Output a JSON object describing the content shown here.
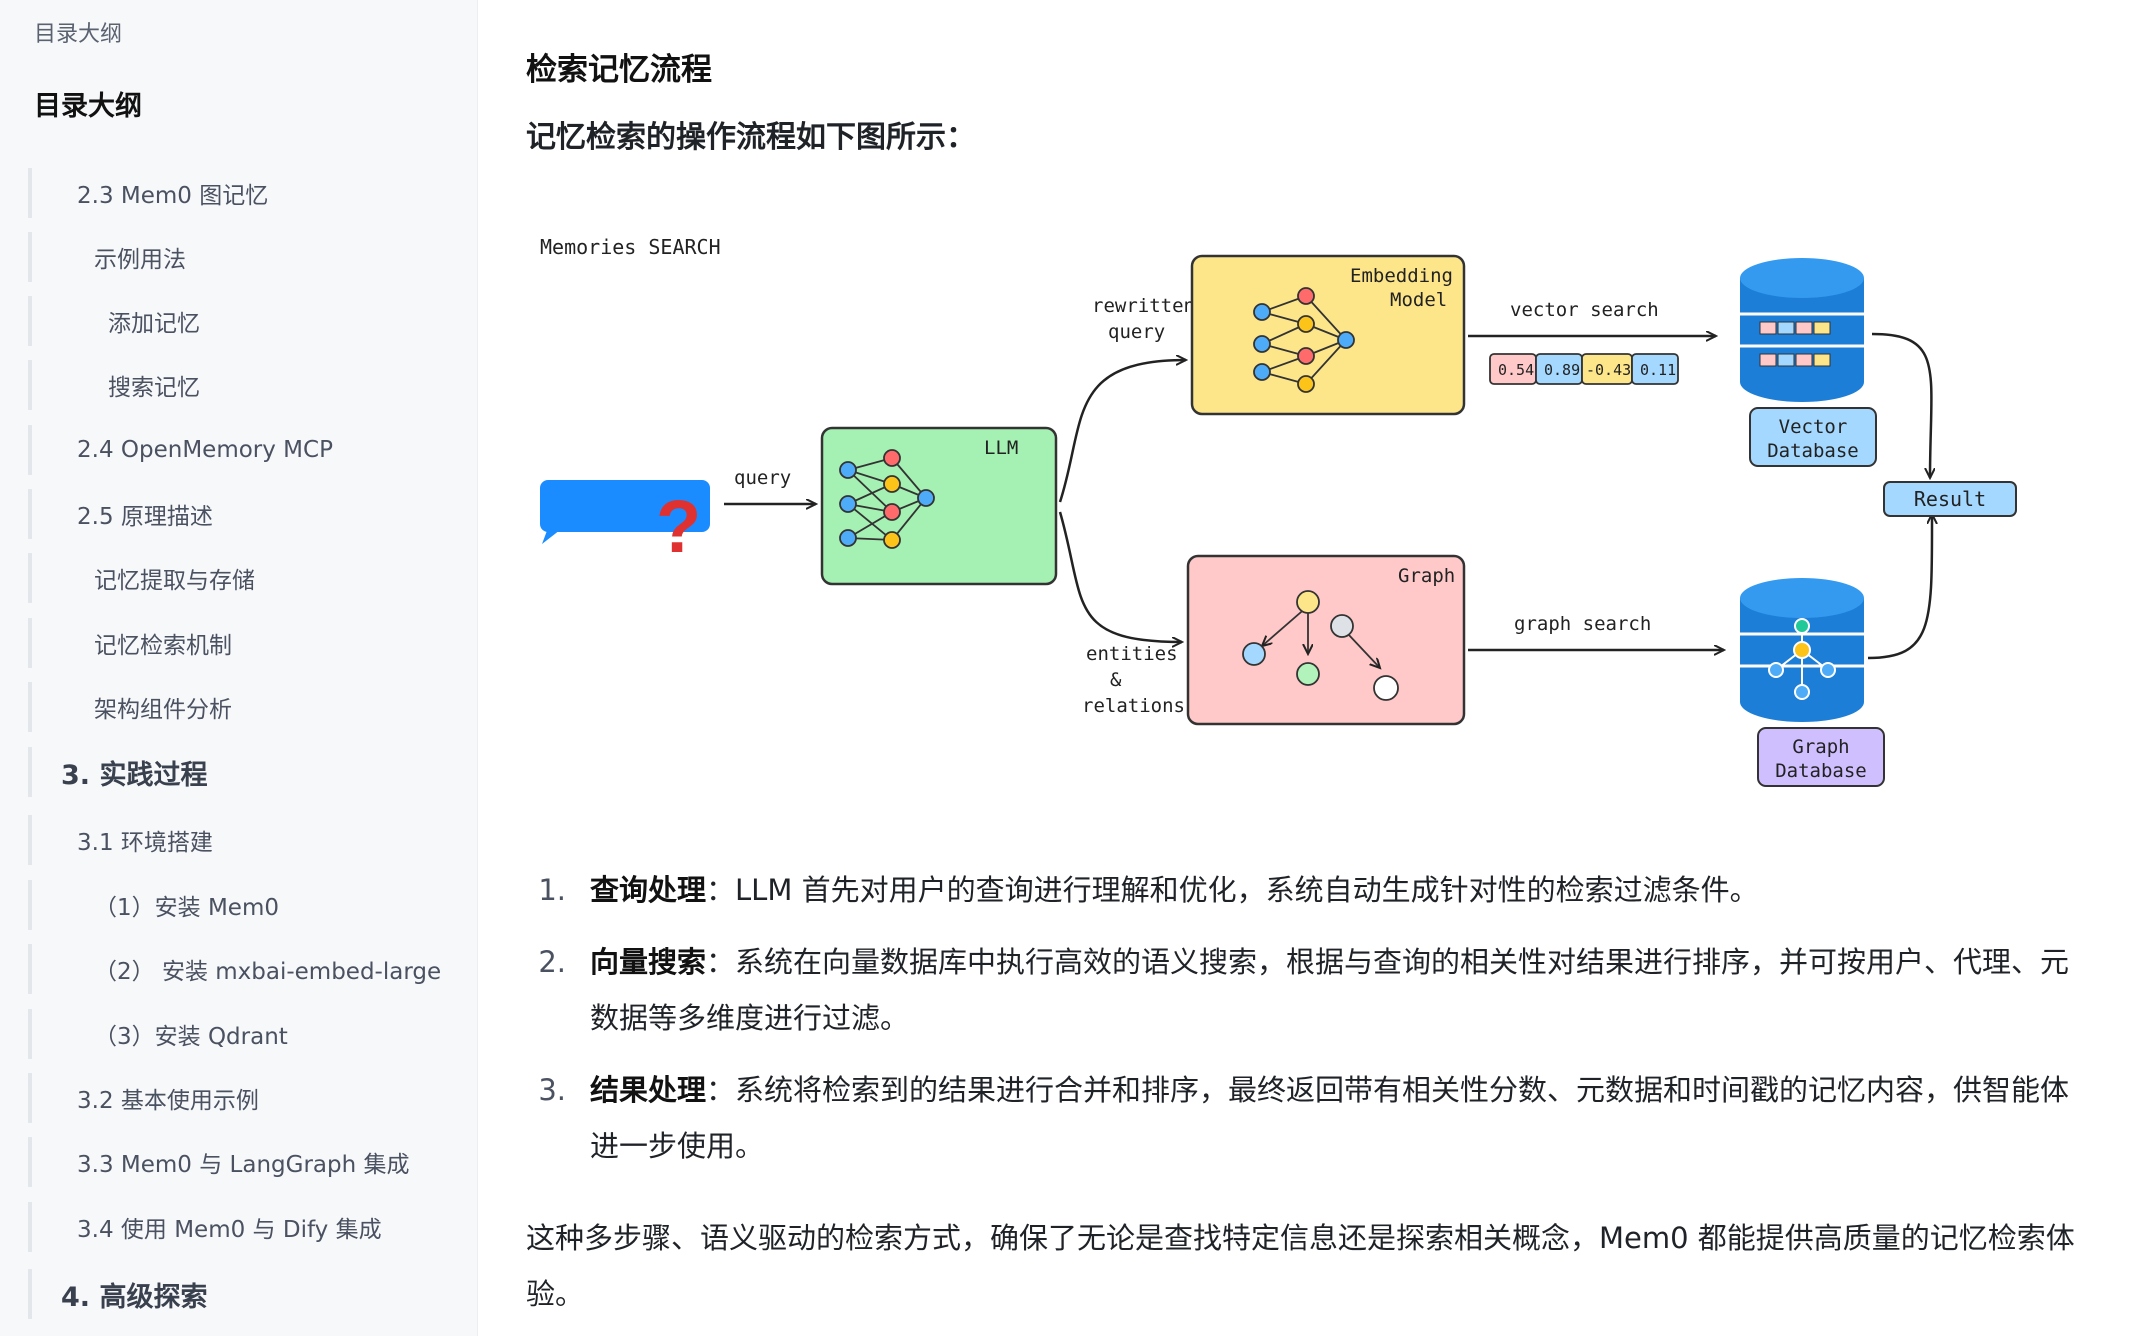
{
  "sidebar": {
    "outline_top": "目录大纲",
    "outline_heading": "目录大纲",
    "items": [
      {
        "label": "2.3 Mem0 图记忆"
      },
      {
        "label": "示例用法"
      },
      {
        "label": "添加记忆"
      },
      {
        "label": "搜索记忆"
      },
      {
        "label": "2.4 OpenMemory MCP"
      },
      {
        "label": "2.5 原理描述"
      },
      {
        "label": "记忆提取与存储"
      },
      {
        "label": "记忆检索机制"
      },
      {
        "label": "架构组件分析"
      },
      {
        "label": "3. 实践过程"
      },
      {
        "label": "3.1 环境搭建"
      },
      {
        "label": "（1）安装 Mem0"
      },
      {
        "label": "（2） 安装 mxbai-embed-large"
      },
      {
        "label": "（3）安装 Qdrant"
      },
      {
        "label": "3.2 基本使用示例"
      },
      {
        "label": "3.3 Mem0 与 LangGraph 集成"
      },
      {
        "label": "3.4 使用 Mem0 与 Dify 集成"
      },
      {
        "label": "4. 高级探索"
      }
    ]
  },
  "main": {
    "title": "检索记忆流程",
    "intro": "记忆检索的操作流程如下图所示：",
    "diagram": {
      "caption": "Memories SEARCH",
      "query_label": "query",
      "question_mark": "?",
      "llm_label": "LLM",
      "rewritten_label_1": "rewritten",
      "rewritten_label_2": "query",
      "entities_label_1": "entities",
      "entities_label_2": "&",
      "entities_label_3": "relations",
      "embedding_label_1": "Embedding",
      "embedding_label_2": "Model",
      "graph_label": "Graph",
      "vector_search_label": "vector search",
      "graph_search_label": "graph search",
      "vector_values": [
        "0.54",
        "0.89",
        "-0.43",
        "0.11"
      ],
      "vector_db_label_1": "Vector",
      "vector_db_label_2": "Database",
      "graph_db_label_1": "Graph",
      "graph_db_label_2": "Database",
      "result_label": "Result",
      "colors": {
        "llm_box": "#a5f0b3",
        "embedding_box": "#fde68a",
        "graph_box": "#ffc9c9",
        "db_blue": "#1c7ed6",
        "result_box": "#a5d8ff",
        "graph_db_box": "#d0bfff",
        "chat_bubble": "#1a8cff"
      }
    },
    "steps": [
      {
        "num": "1.",
        "term": "查询处理",
        "text": "：LLM 首先对用户的查询进行理解和优化，系统自动生成针对性的检索过滤条件。"
      },
      {
        "num": "2.",
        "term": "向量搜索",
        "text": "：系统在向量数据库中执行高效的语义搜索，根据与查询的相关性对结果进行排序，并可按用户、代理、元数据等多维度进行过滤。"
      },
      {
        "num": "3.",
        "term": "结果处理",
        "text": "：系统将检索到的结果进行合并和排序，最终返回带有相关性分数、元数据和时间戳的记忆内容，供智能体进一步使用。"
      }
    ],
    "summary": "这种多步骤、语义驱动的检索方式，确保了无论是查找特定信息还是探索相关概念，Mem0 都能提供高质量的记忆检索体验。"
  }
}
